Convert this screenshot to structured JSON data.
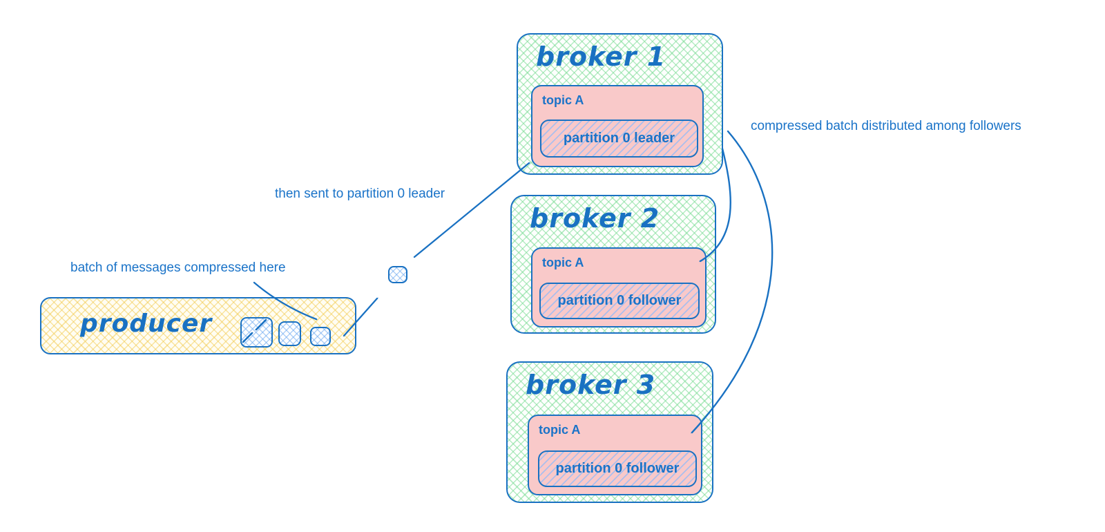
{
  "diagram": {
    "producer": {
      "label": "producer"
    },
    "brokers": [
      {
        "title": "broker 1",
        "topic_label": "topic A",
        "partition_label": "partition 0 leader"
      },
      {
        "title": "broker 2",
        "topic_label": "topic A",
        "partition_label": "partition 0 follower"
      },
      {
        "title": "broker 3",
        "topic_label": "topic A",
        "partition_label": "partition 0 follower"
      }
    ],
    "annotations": {
      "batch_compressed": "batch of messages compressed here",
      "then_sent": "then sent to partition 0 leader",
      "distributed": "compressed batch distributed among followers"
    },
    "colors": {
      "stroke_blue": "#1971c2",
      "text_blue": "#1a73c8",
      "green_hatch": "#79db93",
      "yellow_hatch": "#f2c94c",
      "pink_fill": "#f9c9c9",
      "blue_hatch": "#6eaaf0"
    }
  }
}
